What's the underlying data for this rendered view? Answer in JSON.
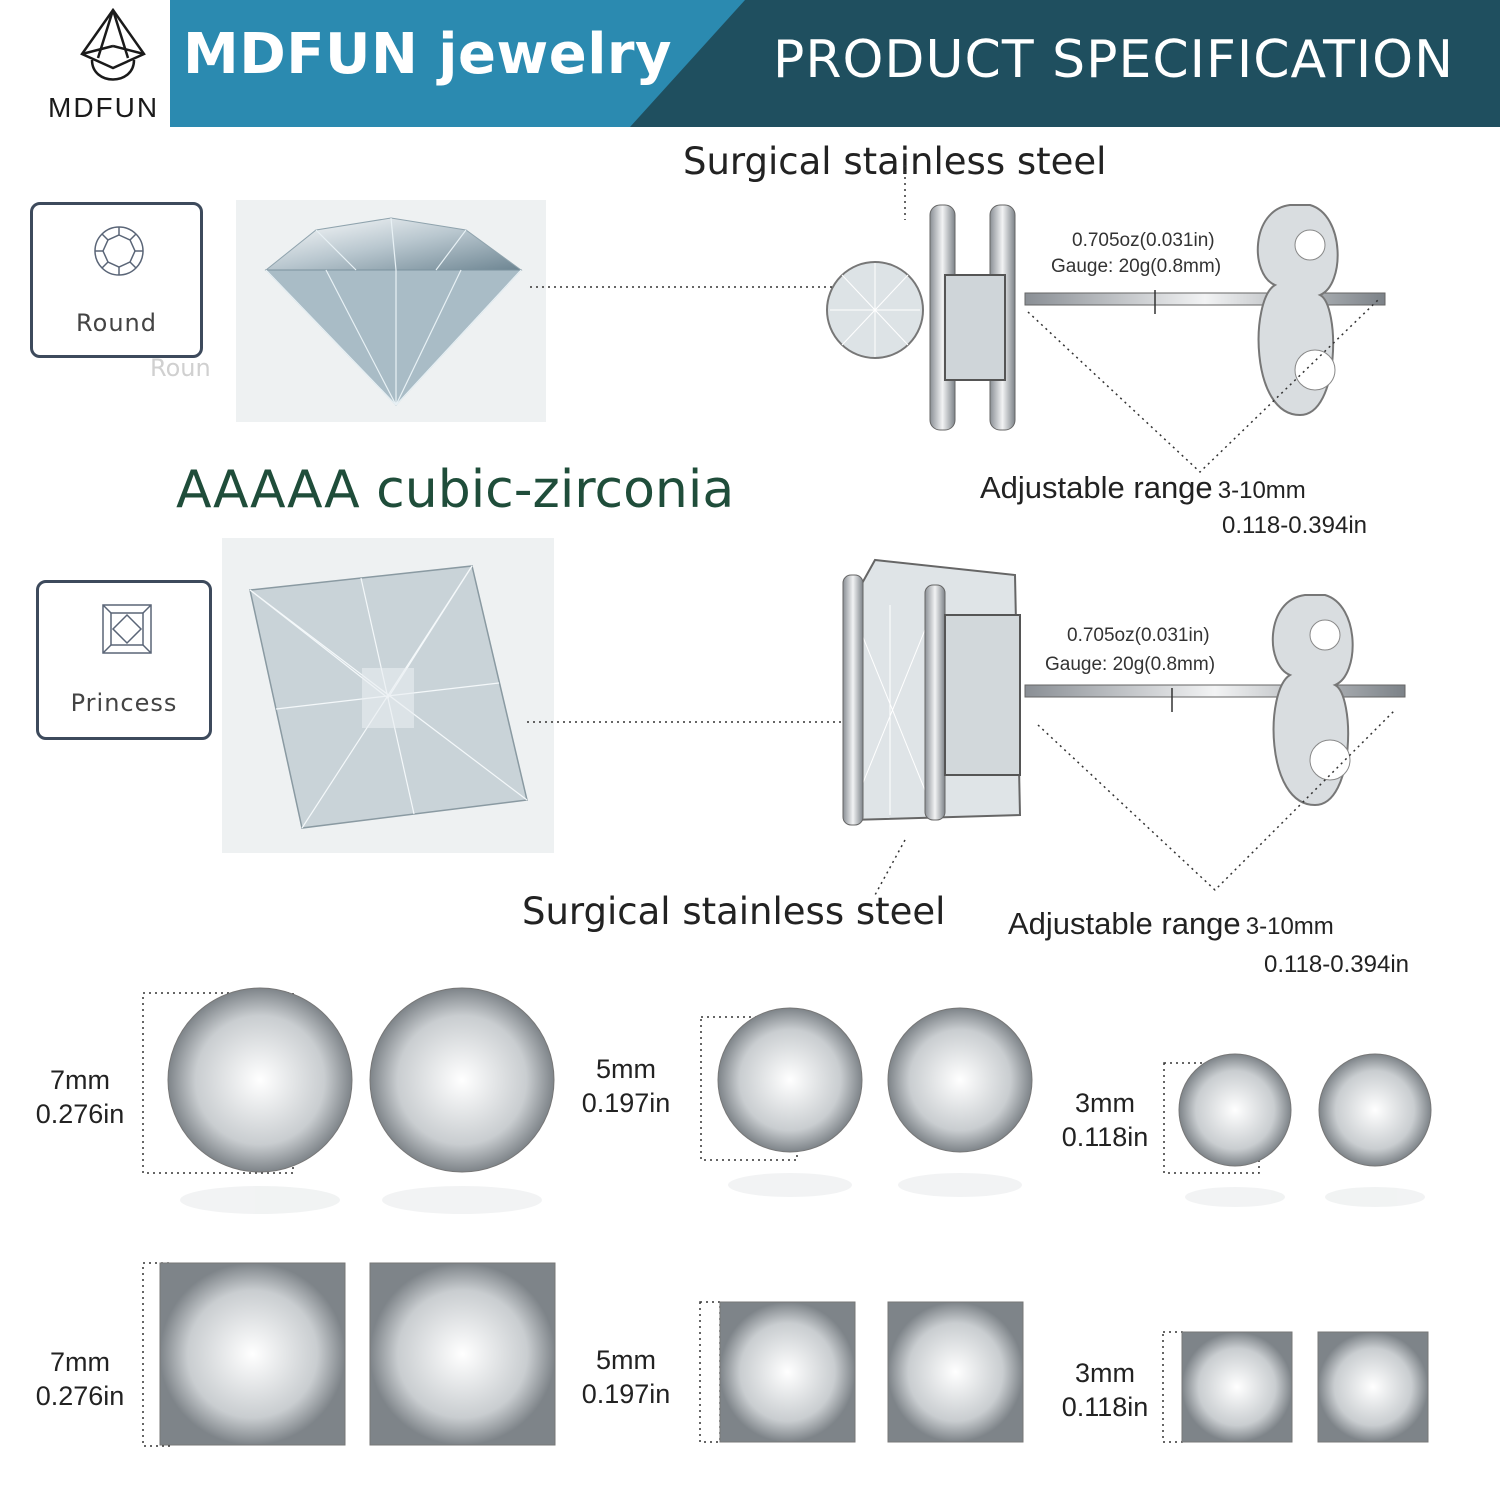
{
  "header": {
    "brand_title": "MDFUN jewelry",
    "spec_title": "PRODUCT SPECIFICATION",
    "logo_text": "MDFUN",
    "colors": {
      "left_band": "#2b8ab0",
      "right_band": "#1f4f5f"
    }
  },
  "shapes": {
    "round": {
      "label": "Round",
      "ghost_label": "Roun"
    },
    "princess": {
      "label": "Princess"
    }
  },
  "material_heading": "AAAAA cubic-zirconia",
  "round_earring": {
    "steel_label": "Surgical stainless steel",
    "weight": "0.705oz(0.031in)",
    "gauge": "Gauge: 20g(0.8mm)",
    "adjustable_label": "Adjustable range",
    "range_mm": "3-10mm",
    "range_in": "0.118-0.394in"
  },
  "princess_earring": {
    "steel_label": "Surgical stainless steel",
    "weight": "0.705oz(0.031in)",
    "gauge": "Gauge: 20g(0.8mm)",
    "adjustable_label": "Adjustable range",
    "range_mm": "3-10mm",
    "range_in": "0.118-0.394in"
  },
  "sizes": {
    "round_row": [
      {
        "mm": "7mm",
        "in": "0.276in"
      },
      {
        "mm": "5mm",
        "in": "0.197in"
      },
      {
        "mm": "3mm",
        "in": "0.118in"
      }
    ],
    "princess_row": [
      {
        "mm": "7mm",
        "in": "0.276in"
      },
      {
        "mm": "5mm",
        "in": "0.197in"
      },
      {
        "mm": "3mm",
        "in": "0.118in"
      }
    ]
  }
}
